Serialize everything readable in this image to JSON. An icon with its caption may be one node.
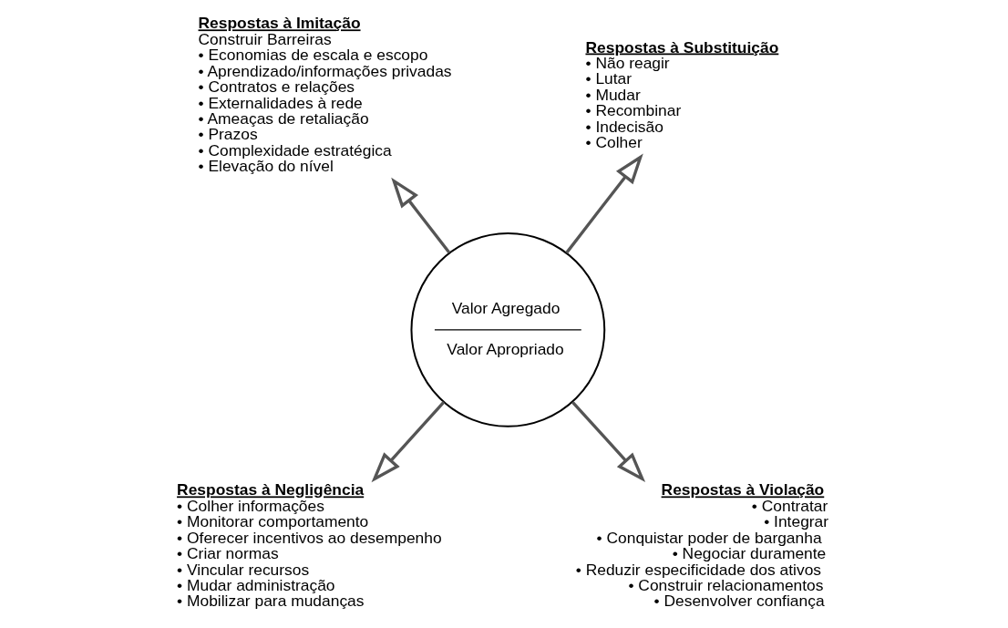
{
  "diagram": {
    "nodes": [
      {
        "text": [
          "Respostas à Imitação",
          "Construir Barreiras",
          "• Economias de escala e escopo",
          "• Aprendizado/informações privadas",
          "• Contratos e relações",
          "• Externalidades à rede",
          "• Ameaças de retaliação",
          "• Prazos",
          "• Complexidade estratégica",
          "• Elevação do nível"
        ]
      },
      {
        "text": [
          "Respostas à Substituição",
          "• Não reagir",
          "• Lutar",
          "• Mudar",
          "• Recombinar",
          "• Indecisão",
          "• Colher"
        ]
      },
      {
        "text": [
          "Valor Agregado",
          "Valor Apropriado"
        ]
      },
      {
        "text": [
          "Respostas à Negligência",
          "• Colher informações",
          "• Monitorar comportamento",
          "• Oferecer incentivos ao desempenho",
          "• Criar normas",
          "• Vincular recursos",
          "• Mudar administração",
          "• Mobilizar para mudanças"
        ]
      },
      {
        "text": [
          "Respostas à Violação",
          "• Contratar",
          "• Integrar",
          "• Conquistar poder de barganha",
          "• Negociar duramente",
          "• Reduzir especificidade dos ativos",
          "• Construir relacionamentos",
          "• Desenvolver confiança"
        ]
      }
    ],
    "edges": [
      {
        "from": 2,
        "to": 0,
        "arrow": "to"
      },
      {
        "from": 2,
        "to": 1,
        "arrow": "to"
      },
      {
        "from": 2,
        "to": 3,
        "arrow": "to"
      },
      {
        "from": 2,
        "to": 4,
        "arrow": "to"
      }
    ]
  }
}
